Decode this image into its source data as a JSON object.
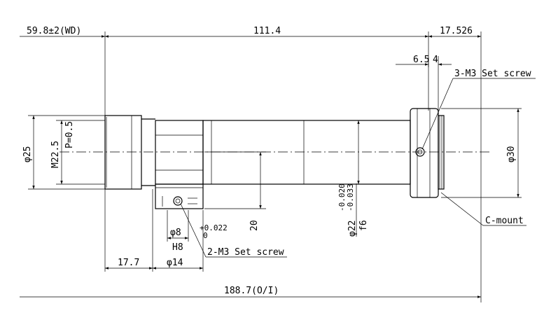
{
  "dimensions": {
    "wd": "59.8±2(WD)",
    "length_main": "111.4",
    "length_flange": "17.526",
    "dim_6_5": "6.5",
    "dim_4": "4",
    "dia_25": "φ25",
    "m22_5": "M22.5",
    "pitch": "P=0.5",
    "dia_30": "φ30",
    "dia_22": "φ22",
    "tol_upper": "-0.020",
    "tol_lower": "-0.033",
    "fit_f6": "f6",
    "height_20": "20",
    "dia_8": "φ8",
    "tol_plus": "+0.022",
    "tol_zero": "0",
    "fit_h8": "H8",
    "dia_14": "φ14",
    "dim_17_7": "17.7",
    "total_oi": "188.7(O/I)"
  },
  "callouts": {
    "set_screw_top": "3-M3 Set screw",
    "set_screw_bottom": "2-M3 Set screw",
    "c_mount": "C-mount"
  }
}
